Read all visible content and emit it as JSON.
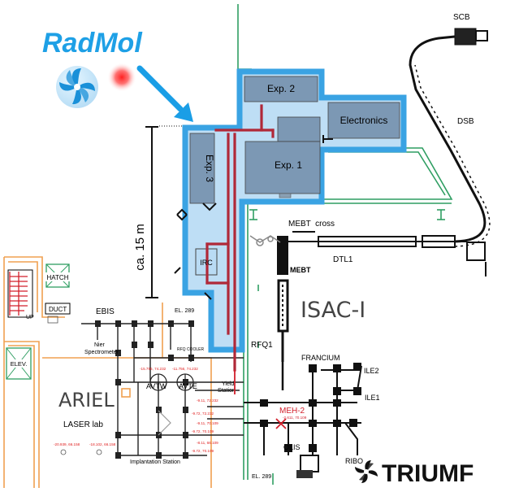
{
  "branding": {
    "radmol": "RadMol",
    "triumf": "TRIUMF"
  },
  "experiment_area": {
    "exp1": "Exp. 1",
    "exp2": "Exp. 2",
    "exp3": "Exp. 3",
    "electronics": "Electronics",
    "irc": "IRC",
    "scale": "ca. 15 m"
  },
  "beamline_labels": {
    "scb": "SCB",
    "dsb": "DSB",
    "mebt_cross": "MEBT  cross",
    "dtl1": "DTL1",
    "mebt": "MEBT",
    "isac": "ISAC-I",
    "rfq1": "RFQ1",
    "francium": "FRANCIUM",
    "ile2": "ILE2",
    "ile1": "ILE1",
    "meh2": "MEH-2",
    "meh2_coord": "-2.611, 70.109",
    "olis": "OLIS",
    "ribo": "RIBO",
    "el289_bottom": "EL. 289"
  },
  "ariel_labels": {
    "hatch": "HATCH",
    "duct": "DUCT",
    "up": "UP",
    "ebis": "EBIS",
    "el289": "EL. 289",
    "nier": "Nier",
    "spectrometer": "Spectrometer",
    "rfq_cooler": "RFQ COOLER",
    "elev": "ELEV.",
    "ariel": "ARIEL",
    "avtw": "AVTW",
    "avte": "AVTE",
    "yield": "Yield",
    "station": "Station",
    "laser_lab": "LASER lab",
    "implantation": "Implantation Station"
  },
  "coordinates": [
    "-15.756, 74.232",
    "-11.756, 74.232",
    "-9.11, 72.232",
    "-9.72, 72.232",
    "-9.11, 70.109",
    "-9.72, 70.109",
    "-8.11, 66.109",
    "-9.72, 70.109",
    "-20.939, 66.158",
    "-18.102, 66.158"
  ],
  "colors": {
    "radmol_blue": "#1ea0e6",
    "room_border": "#3aa3e3",
    "room_fill": "#b9dbf4",
    "box_fill": "#7c98b4",
    "beam_red": "#b02838",
    "green_line": "#2f9e62",
    "ariel_orange": "#f0a050"
  }
}
